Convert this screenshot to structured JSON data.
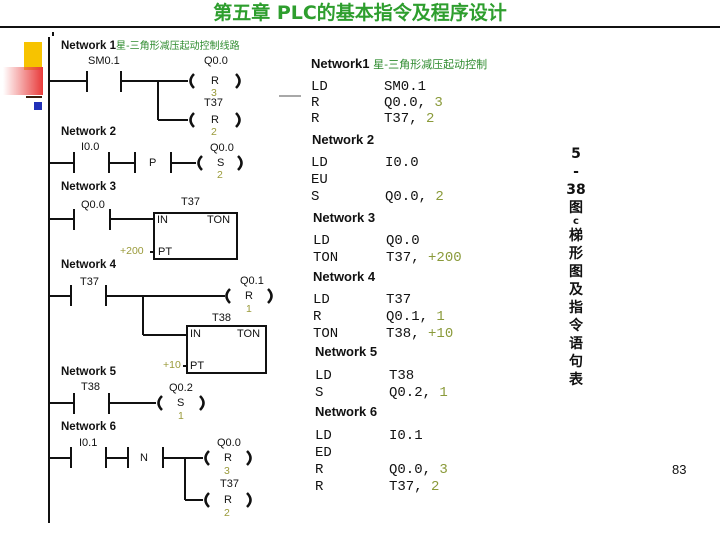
{
  "header": {
    "title": "第五章  PLC的基本指令及程序设计"
  },
  "ladder": {
    "networks": [
      {
        "label": "Network 1",
        "comment": "星-三角形减压起动控制线路",
        "contact": "SM0.1",
        "coils": [
          {
            "address": "Q0.0",
            "type": "R",
            "count": "3"
          },
          {
            "address": "T37",
            "type": "R",
            "count": "2"
          }
        ]
      },
      {
        "label": "Network 2",
        "contact": "I0.0",
        "edge": "P",
        "coils": [
          {
            "address": "Q0.0",
            "type": "S",
            "count": "2"
          }
        ]
      },
      {
        "label": "Network 3",
        "contact": "Q0.0",
        "timer": {
          "name": "T37",
          "in": "IN",
          "type": "TON",
          "pt": "PT",
          "preset": "+200"
        }
      },
      {
        "label": "Network 4",
        "contact": "T37",
        "coils": [
          {
            "address": "Q0.1",
            "type": "R",
            "count": "1"
          }
        ],
        "timer": {
          "name": "T38",
          "in": "IN",
          "type": "TON",
          "pt": "PT",
          "preset": "+10"
        }
      },
      {
        "label": "Network 5",
        "contact": "T38",
        "coils": [
          {
            "address": "Q0.2",
            "type": "S",
            "count": "1"
          }
        ]
      },
      {
        "label": "Network 6",
        "contact": "I0.1",
        "edge": "N",
        "coils": [
          {
            "address": "Q0.0",
            "type": "R",
            "count": "3"
          },
          {
            "address": "T37",
            "type": "R",
            "count": "2"
          }
        ]
      }
    ]
  },
  "instruction_list": {
    "networks": [
      {
        "label": "Network1",
        "comment": "星-三角形减压起动控制",
        "lines": [
          {
            "op": "LD",
            "operand": "SM0.1",
            "arg": ""
          },
          {
            "op": "R",
            "operand": "Q0.0,",
            "arg": "3"
          },
          {
            "op": "R",
            "operand": "T37,",
            "arg": "2"
          }
        ]
      },
      {
        "label": "Network 2",
        "lines": [
          {
            "op": "LD",
            "operand": "I0.0",
            "arg": ""
          },
          {
            "op": "EU",
            "operand": "",
            "arg": ""
          },
          {
            "op": "S",
            "operand": "Q0.0,",
            "arg": "2"
          }
        ]
      },
      {
        "label": "Network 3",
        "lines": [
          {
            "op": "LD",
            "operand": "Q0.0",
            "arg": ""
          },
          {
            "op": "TON",
            "operand": "T37,",
            "arg": "+200"
          }
        ]
      },
      {
        "label": "Network 4",
        "lines": [
          {
            "op": "LD",
            "operand": "T37",
            "arg": ""
          },
          {
            "op": "R",
            "operand": "Q0.1,",
            "arg": "1"
          },
          {
            "op": "TON",
            "operand": "T38,",
            "arg": "+10"
          }
        ]
      },
      {
        "label": "Network 5",
        "lines": [
          {
            "op": "LD",
            "operand": "T38",
            "arg": ""
          },
          {
            "op": "S",
            "operand": "Q0.2,",
            "arg": "1"
          }
        ]
      },
      {
        "label": "Network 6",
        "lines": [
          {
            "op": "LD",
            "operand": "I0.1",
            "arg": ""
          },
          {
            "op": "ED",
            "operand": "",
            "arg": ""
          },
          {
            "op": "R",
            "operand": "Q0.0,",
            "arg": "3"
          },
          {
            "op": "R",
            "operand": "T37,",
            "arg": "2"
          }
        ]
      }
    ]
  },
  "caption": {
    "chars": [
      "5",
      "-",
      "38",
      "图",
      "c",
      "梯",
      "形",
      "图",
      "及",
      "指",
      "令",
      "语",
      "句",
      "表"
    ]
  },
  "footer": {
    "page_number": "83"
  },
  "colors": {
    "title": "#2e9e2e",
    "comment": "#2e8b2e",
    "argument": "#9a9a3a"
  }
}
